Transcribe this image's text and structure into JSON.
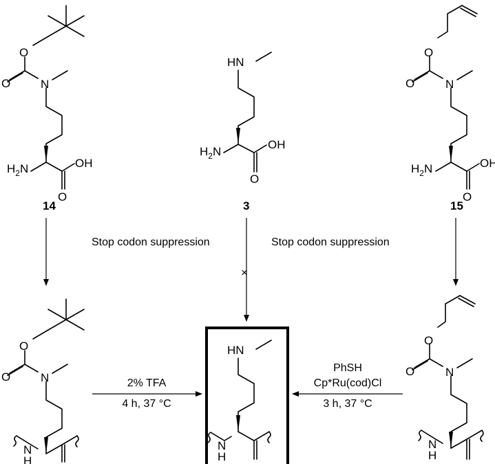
{
  "compounds": {
    "c14": "14",
    "c3": "3",
    "c15": "15"
  },
  "atoms": {
    "O": "O",
    "N": "N",
    "HN": "HN",
    "H2N_H": "H",
    "H2N_2": "2",
    "H2N_N": "N",
    "OH": "OH",
    "NH_N": "N",
    "NH_H": "H"
  },
  "conditions": {
    "suppression_left": "Stop codon suppression",
    "suppression_right": "Stop codon suppression",
    "tfa_top": "2% TFA",
    "tfa_bottom": "4 h, 37 °C",
    "ru_1": "PhSH",
    "ru_2": "Cp*Ru(cod)Cl",
    "ru_3": "3 h, 37 °C"
  },
  "blocked_mark": "×"
}
